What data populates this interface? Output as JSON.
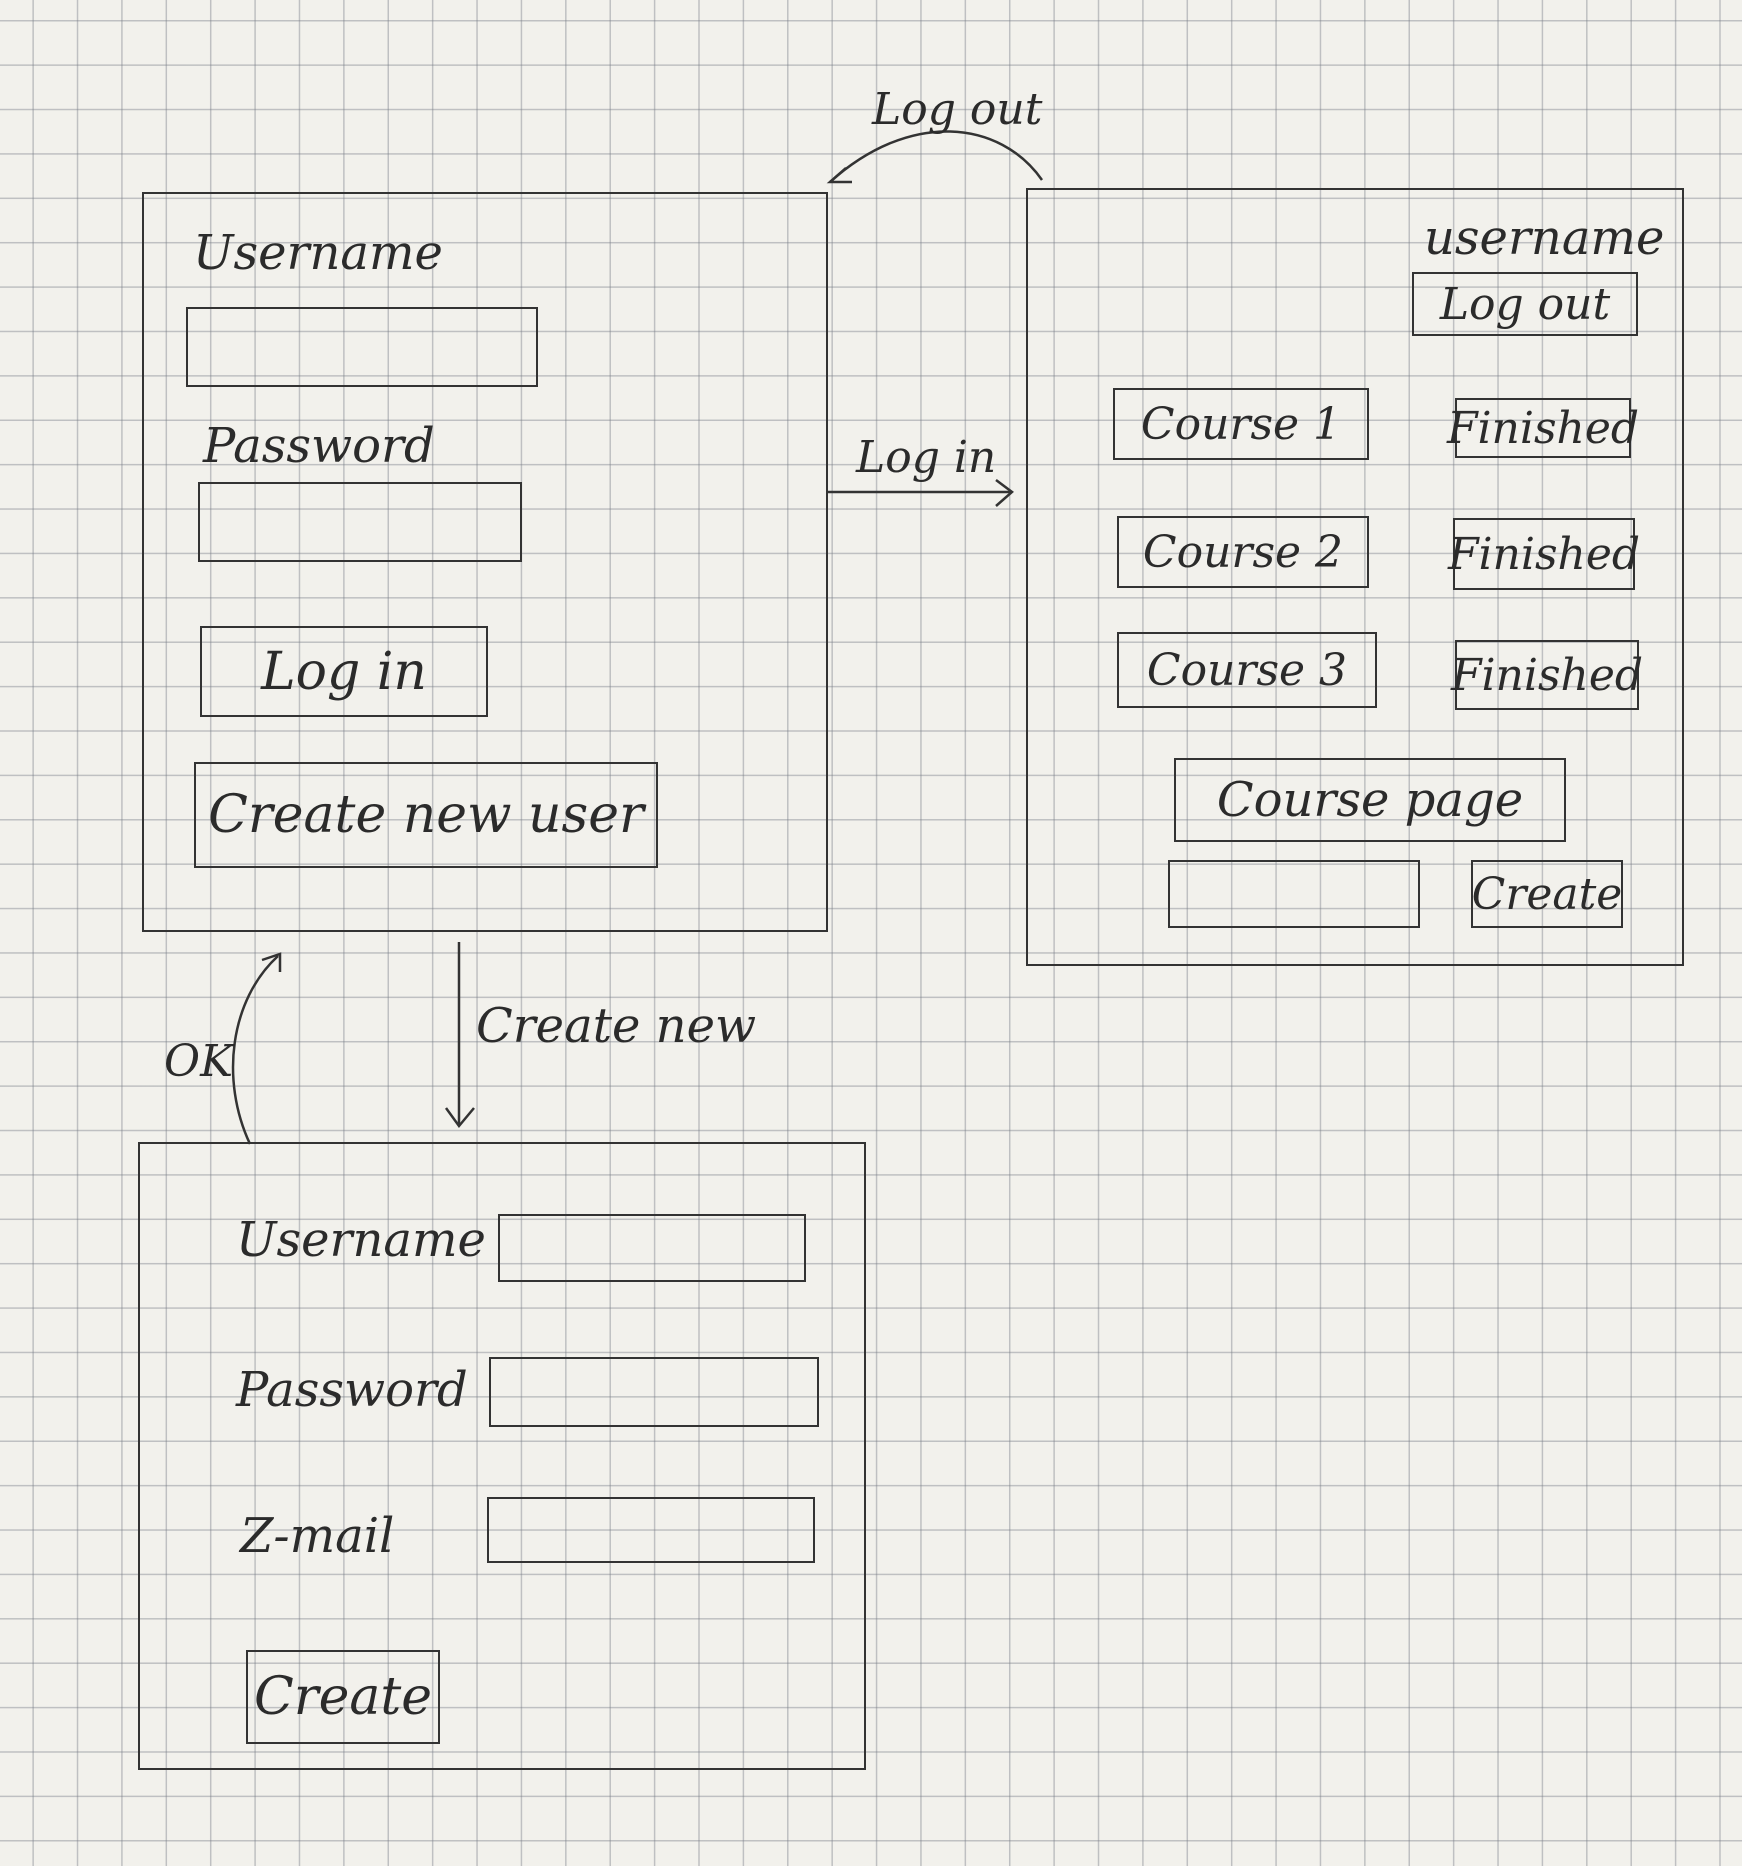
{
  "login_screen": {
    "username_label": "Username",
    "password_label": "Password",
    "login_button": "Log in",
    "create_user_button": "Create new user"
  },
  "course_screen": {
    "username_text": "username",
    "logout_button": "Log out",
    "courses": [
      {
        "name": "Course 1",
        "status": "Finished"
      },
      {
        "name": "Course 2",
        "status": "Finished"
      },
      {
        "name": "Course 3",
        "status": "Finished"
      }
    ],
    "course_page_button": "Course page",
    "create_button": "Create"
  },
  "register_screen": {
    "username_label": "Username",
    "password_label": "Password",
    "email_label": "Z-mail",
    "create_button": "Create"
  },
  "transitions": {
    "logout": "Log out",
    "login": "Log in",
    "create_new": "Create new",
    "ok": "OK"
  }
}
